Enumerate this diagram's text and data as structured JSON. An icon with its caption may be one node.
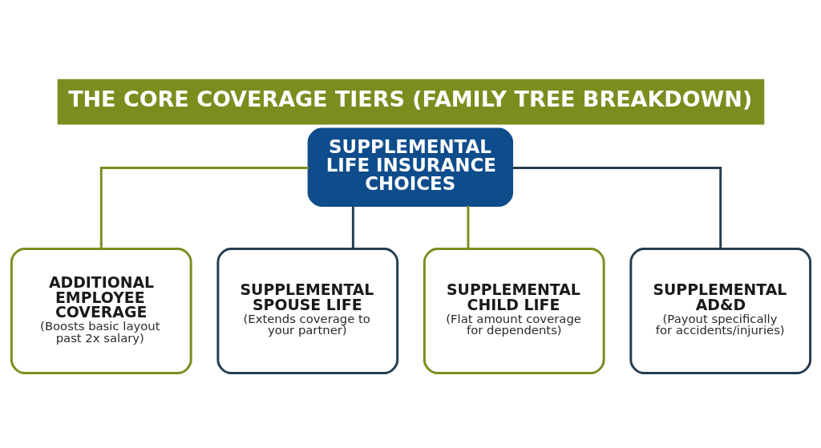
{
  "diagram": {
    "title": "THE CORE COVERAGE TIERS (FAMILY TREE BREAKDOWN)",
    "nodes": [
      {
        "text": [
          "SUPPLEMENTAL LIFE INSURANCE CHOICES"
        ]
      },
      {
        "text": [
          "ADDITIONAL EMPLOYEE COVERAGE",
          "(Boosts basic layout past 2x salary)"
        ]
      },
      {
        "text": [
          "SUPPLEMENTAL SPOUSE LIFE",
          "(Extends coverage to your partner)"
        ]
      },
      {
        "text": [
          "SUPPLEMENTAL CHILD LIFE",
          "(Flat amount coverage for dependents)"
        ]
      },
      {
        "text": [
          "SUPPLEMENTAL AD&D",
          "(Payout specifically for accidents/injuries)"
        ]
      }
    ],
    "edges": [
      {
        "from": 0,
        "to": 1,
        "arrow": "none",
        "color": "#7d8c1f"
      },
      {
        "from": 0,
        "to": 2,
        "arrow": "none",
        "color": "#263d4f"
      },
      {
        "from": 0,
        "to": 3,
        "arrow": "none",
        "color": "#7d8c1f"
      },
      {
        "from": 0,
        "to": 4,
        "arrow": "none",
        "color": "#263d4f"
      }
    ]
  }
}
